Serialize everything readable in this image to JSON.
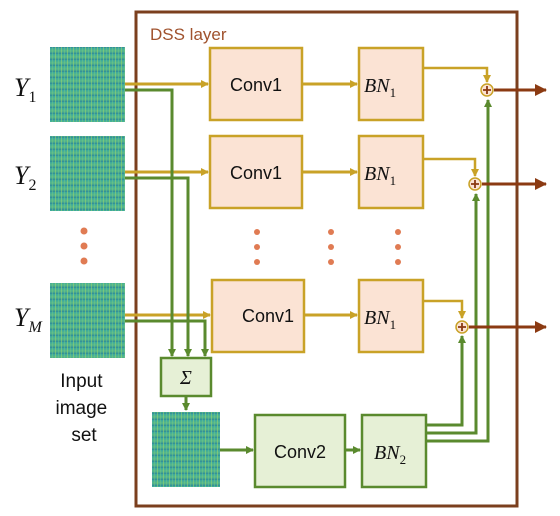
{
  "diagram": {
    "layer_title": "DSS layer",
    "inputs": [
      {
        "symbol": "Y",
        "subscript": "1"
      },
      {
        "symbol": "Y",
        "subscript": "2"
      },
      {
        "symbol": "Y",
        "subscript": "M"
      }
    ],
    "input_caption": [
      "Input",
      "image",
      "set"
    ],
    "rows": [
      {
        "conv_label": "Conv1",
        "bn_symbol": "BN",
        "bn_subscript": "1"
      },
      {
        "conv_label": "Conv1",
        "bn_symbol": "BN",
        "bn_subscript": "1"
      },
      {
        "conv_label": "Conv1",
        "bn_symbol": "BN",
        "bn_subscript": "1"
      }
    ],
    "sum_symbol": "Σ",
    "shared_branch": {
      "conv_label": "Conv2",
      "bn_symbol": "BN",
      "bn_subscript": "2"
    },
    "colors": {
      "frame": "#7b3f1e",
      "title": "#a0522d",
      "row_arrow": "#c9a227",
      "shared_arrow": "#5a8a2e",
      "output_arrow": "#8b3a12",
      "conv1_fill": "#fbe3d4",
      "conv1_stroke": "#c9a227",
      "shared_fill": "#e6f0d6",
      "shared_stroke": "#5a8a2e",
      "dots": "#e07b53"
    }
  }
}
